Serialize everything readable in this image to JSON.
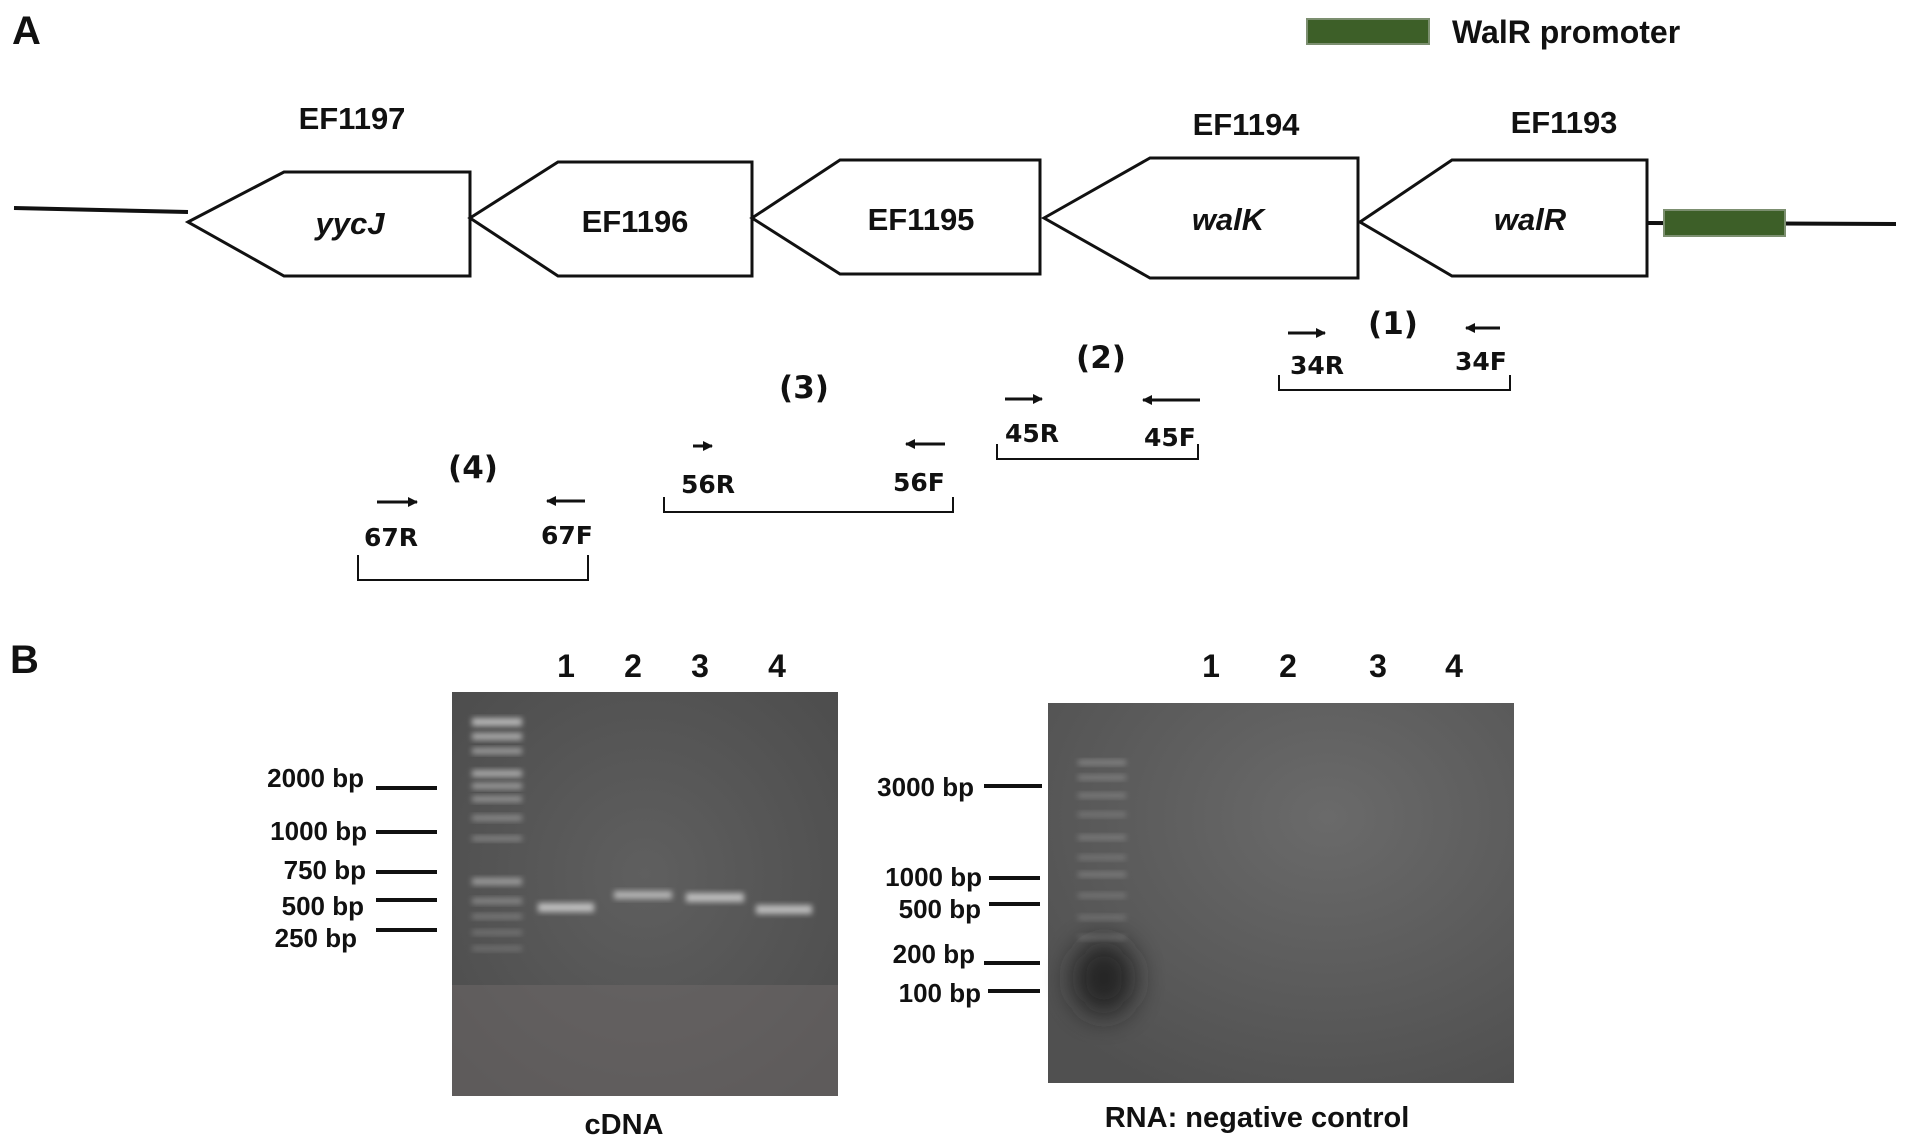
{
  "panels": {
    "a": "A",
    "b": "B"
  },
  "legend": {
    "label": "WalR promoter",
    "color": "#3d5f28"
  },
  "genes": [
    {
      "inside": "yycJ",
      "italic": true,
      "above": "EF1197"
    },
    {
      "inside": "EF1196",
      "italic": false,
      "above": ""
    },
    {
      "inside": "EF1195",
      "italic": false,
      "above": ""
    },
    {
      "inside": "walK",
      "italic": true,
      "above": "EF1194"
    },
    {
      "inside": "walR",
      "italic": true,
      "above": "EF1193"
    }
  ],
  "regions": [
    {
      "number": "(1)",
      "forward": "34R",
      "reverse": "34F"
    },
    {
      "number": "(2)",
      "forward": "45R",
      "reverse": "45F"
    },
    {
      "number": "(3)",
      "forward": "56R",
      "reverse": "56F"
    },
    {
      "number": "(4)",
      "forward": "67R",
      "reverse": "67F"
    }
  ],
  "gels": [
    {
      "caption": "cDNA",
      "lanes": [
        "1",
        "2",
        "3",
        "4"
      ],
      "ladder": [
        "2000 bp",
        "1000 bp",
        "750 bp",
        "500 bp",
        "250 bp"
      ]
    },
    {
      "caption": "RNA: negative control",
      "lanes": [
        "1",
        "2",
        "3",
        "4"
      ],
      "ladder": [
        "3000 bp",
        "1000 bp",
        "500 bp",
        "200 bp",
        "100 bp"
      ]
    }
  ]
}
